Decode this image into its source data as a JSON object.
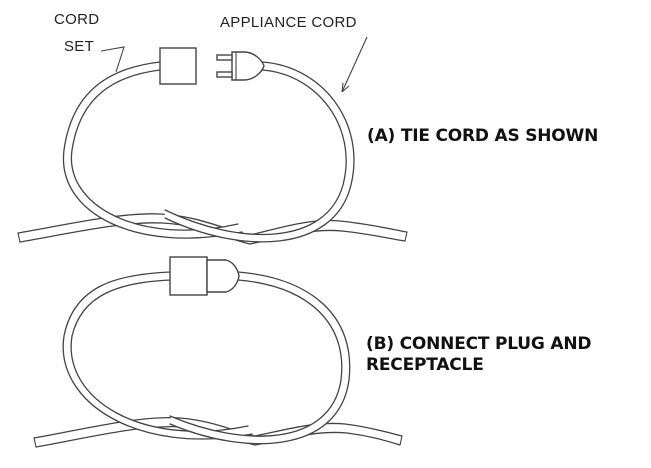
{
  "callouts": {
    "cord_line1": "CORD",
    "cord_line2": "SET",
    "appliance_cord": "APPLIANCE CORD"
  },
  "steps": {
    "a": "(A) TIE CORD AS SHOWN",
    "b_line1": "(B) CONNECT PLUG AND",
    "b_line2": "RECEPTACLE"
  },
  "colors": {
    "stroke": "#444444",
    "background": "#ffffff",
    "text": "#222222"
  }
}
